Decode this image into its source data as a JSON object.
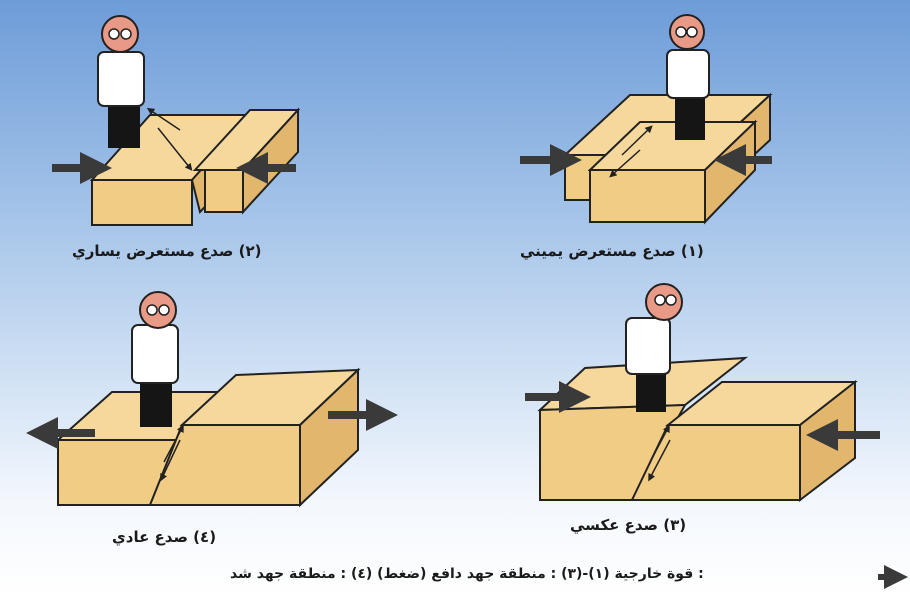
{
  "captions": {
    "fault_1": "(١) صدع مستعرض يميني",
    "fault_2": "(٢) صدع مستعرض يساري",
    "fault_3": "(٣) صدع عكسي",
    "fault_4": "(٤) صدع عادي"
  },
  "legend": {
    "arrow_icon": "arrow-right-icon",
    "text": ": قوة خارجية (١)-(٣) : منطقة جهد دافع (ضغط) (٤) : منطقة جهد شد"
  },
  "colors": {
    "block_top": "#f6d89c",
    "block_front": "#f1cc85",
    "block_side": "#e3b66d",
    "arrow": "#3a3a3a",
    "coat": "#ffffff",
    "skin": "#e89a86",
    "trousers": "#151515"
  }
}
